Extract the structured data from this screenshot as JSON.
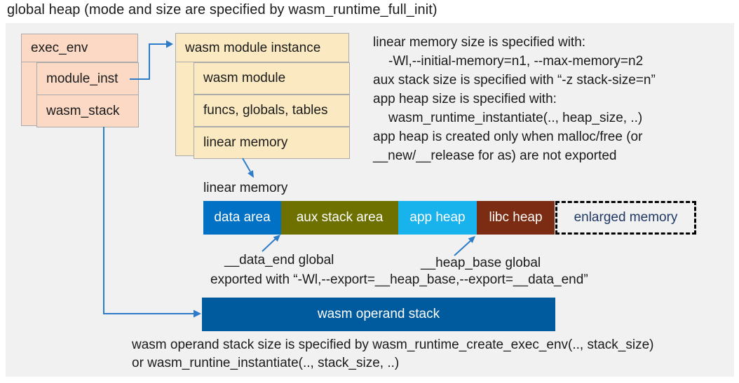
{
  "title": "global heap (mode and size are specified by wasm_runtime_full_init)",
  "exec_env": {
    "header": "exec_env",
    "rows": [
      "module_inst",
      "wasm_stack"
    ],
    "fill": "#fbd9c5"
  },
  "module_instance": {
    "header": "wasm module instance",
    "rows": [
      "wasm module",
      "funcs, globals, tables",
      "linear memory"
    ],
    "fill": "#fbeac1"
  },
  "notes_right": {
    "line1": "linear memory size is specified with:",
    "line2": "-Wl,--initial-memory=n1, --max-memory=n2",
    "line3": "aux stack size is specified with “-z stack-size=n”",
    "line4": "app heap size is specified with:",
    "line5": "wasm_runtime_instantiate(.., heap_size, ..)",
    "line6": "app heap is created only when malloc/free (or",
    "line7": "__new/__release for as) are not exported"
  },
  "linear_memory": {
    "label": "linear memory",
    "segments": [
      {
        "name": "data area",
        "color": "#0071c5"
      },
      {
        "name": "aux stack area",
        "color": "#6e7100"
      },
      {
        "name": "app heap",
        "color": "#18b2ec"
      },
      {
        "name": "libc heap",
        "color": "#7c2c12"
      },
      {
        "name": "enlarged memory",
        "color": "transparent",
        "text_color": "#1f3864",
        "border": "dashed"
      }
    ],
    "annotations": {
      "data_end": "__data_end global",
      "heap_base": "__heap_base global",
      "exported": "exported with “-Wl,--export=__heap_base,--export=__data_end”"
    }
  },
  "operand_stack": {
    "label": "wasm operand stack",
    "color": "#005a9e"
  },
  "notes_bottom": {
    "line1": "wasm operand stack size is specified by wasm_runtime_create_exec_env(.., stack_size)",
    "line2": "or wasm_runtine_instantiate(.., stack_size, ..)"
  },
  "colors": {
    "panel_background": "#f1f1f2",
    "box_border": "#ababab",
    "connector_blue": "#2d7cc9",
    "enlarged_text": "#1f3864"
  }
}
